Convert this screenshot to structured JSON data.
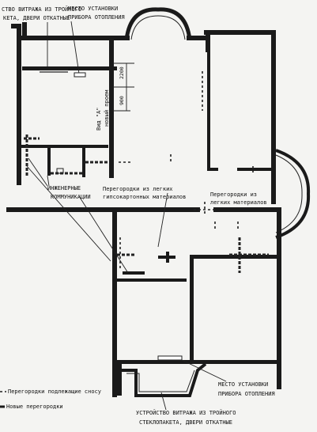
{
  "labels": {
    "window_top_line1": "СТВО ВИТРАЖА ИЗ ТРОЙНОГО",
    "window_top_line2": "КЕТА, ДВЕРИ ОТКАТНЫЕ",
    "heater_top_line1": "МЕСТО УСТАНОВКИ",
    "heater_top_line2": "ПРИБОРА ОТОПЛЕНИЯ",
    "view_a_line1": "Вид \"А\"",
    "view_a_line2": "новый проем",
    "dim_2200": "2200",
    "dim_900": "900",
    "engineering_line1": "ИНЖЕНЕРНЫЕ",
    "engineering_line2": "КОММУНИКАЦИИ",
    "partitions_left_line1": "Перегородки из легких",
    "partitions_left_line2": "гипсокартонных материалов",
    "partitions_right_line1": "Перегородки из",
    "partitions_right_line2": "легких материалов",
    "heater_bottom_line1": "МЕСТО УСТАНОВКИ",
    "heater_bottom_line2": "ПРИБОРА ОТОПЛЕНИЯ",
    "window_bottom_line1": "УСТРОЙСТВО ВИТРАЖА ИЗ ТРОЙНОГО",
    "window_bottom_line2": "СТЕКЛОПАКЕТА, ДВЕРИ ОТКАТНЫЕ"
  },
  "legend": {
    "demolish": "Перегородки подлежащие сносу",
    "new_walls": "Новые перегородки"
  }
}
